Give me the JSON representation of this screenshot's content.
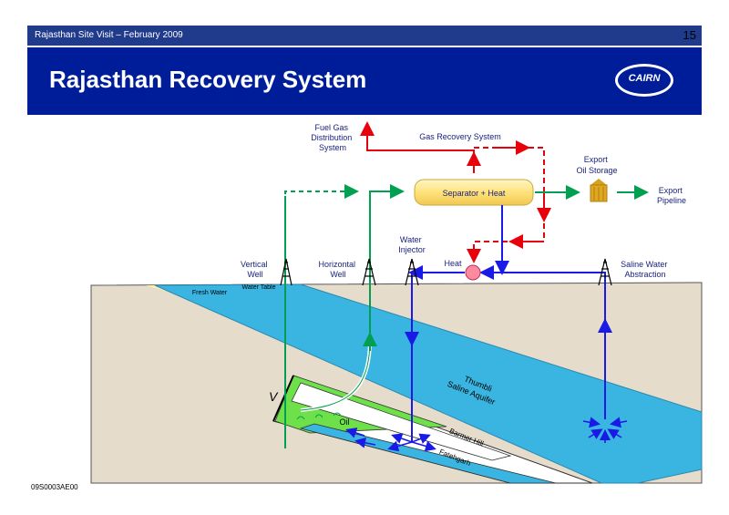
{
  "header": {
    "subtitle": "Rajasthan Site Visit – February 2009",
    "page_number": "15",
    "title": "Rajasthan Recovery System",
    "logo_text": "CAIRN"
  },
  "footer": {
    "code": "09S0003AE00"
  },
  "diagram": {
    "fuel_gas": [
      "Fuel Gas",
      "Distribution",
      "System"
    ],
    "gas_recovery": "Gas Recovery System",
    "separator": "Separator + Heat",
    "export_storage": [
      "Export",
      "Oil Storage"
    ],
    "export_pipeline": [
      "Export",
      "Pipeline"
    ],
    "water_injector": [
      "Water",
      "Injector"
    ],
    "heat": "Heat",
    "saline_water": [
      "Saline Water",
      "Abstraction"
    ],
    "vertical_well": [
      "Vertical",
      "Well"
    ],
    "horizontal_well": [
      "Horizontal",
      "Well"
    ],
    "fresh_water": "Fresh Water",
    "water_table": "Water Table",
    "thumbli": [
      "Thumbli",
      "Saline Aquifer"
    ],
    "oil": "Oil",
    "barmer_hill": "Barmer Hill",
    "fatehgarh": "Fatehgarh",
    "fault_mark": "V"
  },
  "colors": {
    "header_blue": "#001d99",
    "gas_red": "#e8000b",
    "water_blue": "#1a1ae6",
    "oil_green": "#00a050",
    "aquifer": "#3ab4e0",
    "ground": "#e6dccc"
  }
}
